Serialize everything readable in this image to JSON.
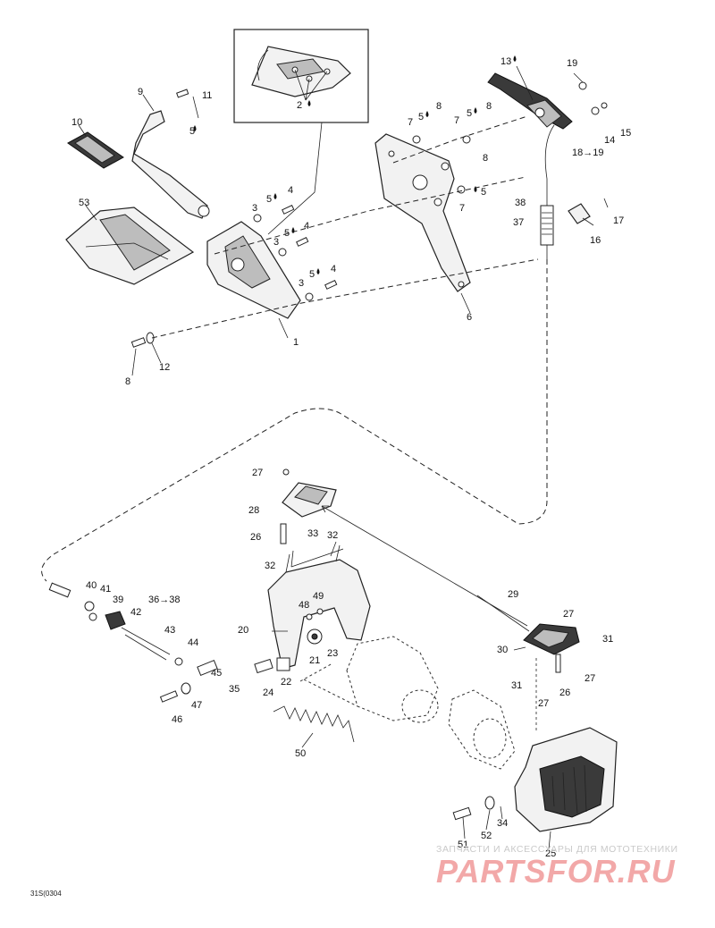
{
  "diagram": {
    "drawing_code": "31S(0304",
    "watermark": {
      "caption": "ЗАПЧАСТИ И АКСЕССУАРЫ ДЛЯ МОТОТЕХНИКИ",
      "logo": "PARTSFOR.RU"
    },
    "colors": {
      "line": "#222222",
      "part_fill": "#f2f2f2",
      "watermark_logo": "#f2a8a8",
      "watermark_text": "#c9c9c9"
    },
    "callouts": [
      {
        "id": "c-1",
        "label": "1"
      },
      {
        "id": "c-2",
        "label": "2",
        "symbol": "drop"
      },
      {
        "id": "c-3a",
        "label": "3"
      },
      {
        "id": "c-3b",
        "label": "3"
      },
      {
        "id": "c-3c",
        "label": "3"
      },
      {
        "id": "c-4a",
        "label": "4"
      },
      {
        "id": "c-4b",
        "label": "4"
      },
      {
        "id": "c-4c",
        "label": "4"
      },
      {
        "id": "c-5a",
        "label": "5",
        "symbol": "drop"
      },
      {
        "id": "c-5b",
        "label": "5",
        "symbol": "drop"
      },
      {
        "id": "c-5c",
        "label": "5",
        "symbol": "drop"
      },
      {
        "id": "c-5d",
        "label": "5",
        "symbol": "drop"
      },
      {
        "id": "c-5e",
        "label": "5",
        "symbol": "drop"
      },
      {
        "id": "c-5f",
        "label": "5",
        "symbol": "drop"
      },
      {
        "id": "c-5g",
        "label": "5",
        "symbol": "drop"
      },
      {
        "id": "c-6",
        "label": "6"
      },
      {
        "id": "c-7a",
        "label": "7"
      },
      {
        "id": "c-7b",
        "label": "7"
      },
      {
        "id": "c-7c",
        "label": "7"
      },
      {
        "id": "c-8a",
        "label": "8"
      },
      {
        "id": "c-8b",
        "label": "8"
      },
      {
        "id": "c-8c",
        "label": "8"
      },
      {
        "id": "c-8d",
        "label": "8"
      },
      {
        "id": "c-9",
        "label": "9"
      },
      {
        "id": "c-10",
        "label": "10"
      },
      {
        "id": "c-11",
        "label": "11"
      },
      {
        "id": "c-12",
        "label": "12"
      },
      {
        "id": "c-13",
        "label": "13",
        "symbol": "drop"
      },
      {
        "id": "c-14",
        "label": "14"
      },
      {
        "id": "c-15",
        "label": "15"
      },
      {
        "id": "c-16",
        "label": "16"
      },
      {
        "id": "c-17",
        "label": "17"
      },
      {
        "id": "c-18",
        "label": "18→19"
      },
      {
        "id": "c-19",
        "label": "19"
      },
      {
        "id": "c-20",
        "label": "20"
      },
      {
        "id": "c-21",
        "label": "21"
      },
      {
        "id": "c-22",
        "label": "22"
      },
      {
        "id": "c-23",
        "label": "23"
      },
      {
        "id": "c-24",
        "label": "24"
      },
      {
        "id": "c-25",
        "label": "25"
      },
      {
        "id": "c-26a",
        "label": "26"
      },
      {
        "id": "c-26b",
        "label": "26"
      },
      {
        "id": "c-27a",
        "label": "27"
      },
      {
        "id": "c-27b",
        "label": "27"
      },
      {
        "id": "c-27c",
        "label": "27"
      },
      {
        "id": "c-27d",
        "label": "27"
      },
      {
        "id": "c-28",
        "label": "28"
      },
      {
        "id": "c-29",
        "label": "29"
      },
      {
        "id": "c-30",
        "label": "30"
      },
      {
        "id": "c-31a",
        "label": "31"
      },
      {
        "id": "c-31b",
        "label": "31"
      },
      {
        "id": "c-32a",
        "label": "32"
      },
      {
        "id": "c-32b",
        "label": "32"
      },
      {
        "id": "c-33",
        "label": "33"
      },
      {
        "id": "c-34",
        "label": "34"
      },
      {
        "id": "c-35",
        "label": "35"
      },
      {
        "id": "c-36",
        "label": "36→38"
      },
      {
        "id": "c-37",
        "label": "37"
      },
      {
        "id": "c-38",
        "label": "38"
      },
      {
        "id": "c-39",
        "label": "39"
      },
      {
        "id": "c-40",
        "label": "40"
      },
      {
        "id": "c-41",
        "label": "41"
      },
      {
        "id": "c-42",
        "label": "42"
      },
      {
        "id": "c-43",
        "label": "43"
      },
      {
        "id": "c-44",
        "label": "44"
      },
      {
        "id": "c-45",
        "label": "45"
      },
      {
        "id": "c-46",
        "label": "46"
      },
      {
        "id": "c-47",
        "label": "47"
      },
      {
        "id": "c-48",
        "label": "48"
      },
      {
        "id": "c-49",
        "label": "49"
      },
      {
        "id": "c-50",
        "label": "50"
      },
      {
        "id": "c-51",
        "label": "51"
      },
      {
        "id": "c-52",
        "label": "52"
      },
      {
        "id": "c-53",
        "label": "53"
      }
    ]
  }
}
